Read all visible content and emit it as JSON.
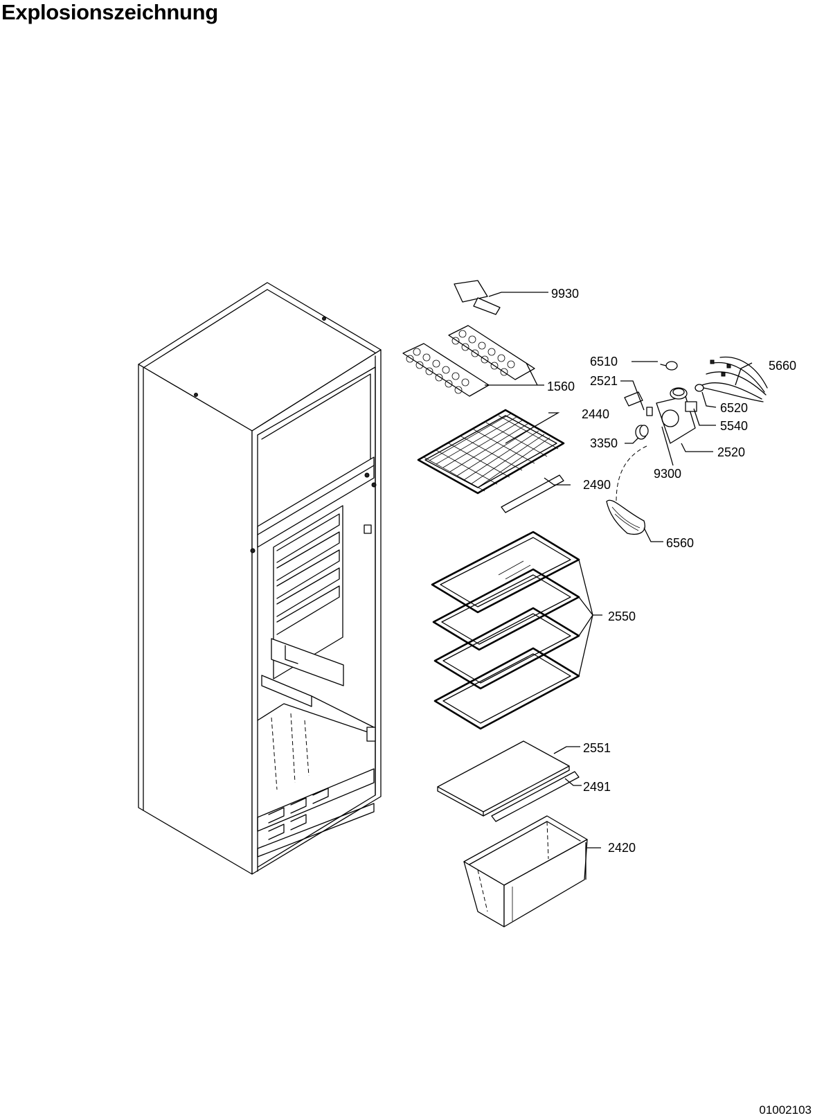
{
  "title": "Explosionszeichnung",
  "document_number": "01002103",
  "part_labels": {
    "p9930": "9930",
    "p1560": "1560",
    "p6510": "6510",
    "p2521": "2521",
    "p5660": "5660",
    "p6520": "6520",
    "p5540": "5540",
    "p2440": "2440",
    "p3350": "3350",
    "p2520": "2520",
    "p9300": "9300",
    "p2490": "2490",
    "p6560": "6560",
    "p2550": "2550",
    "p2551": "2551",
    "p2491": "2491",
    "p2420": "2420"
  }
}
